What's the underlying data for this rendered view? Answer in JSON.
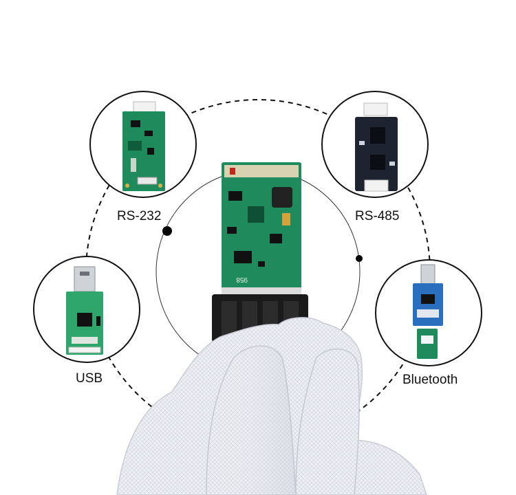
{
  "labels": {
    "rs232": "RS-232",
    "rs485": "RS-485",
    "usb": "USB",
    "bluetooth": "Bluetooth"
  },
  "board": {
    "marking": "958"
  },
  "icons": {
    "rs232_module": "green-rs232-board-icon",
    "rs485_module": "black-rs485-board-icon",
    "usb_module": "green-usb-board-icon",
    "bluetooth_module": "blue-bluetooth-board-icon",
    "main_module": "green-laser-sensor-board"
  },
  "colors": {
    "pcb_green": "#1f8a5b",
    "pcb_dark": "#1d2430",
    "pcb_blue": "#2a6fbe",
    "glove": "#eef0f5",
    "ring": "#111111"
  }
}
